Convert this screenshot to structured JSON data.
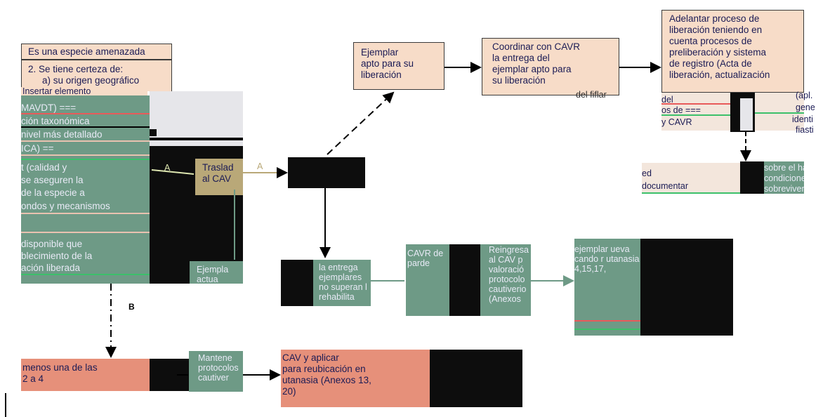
{
  "colors": {
    "peach": "#f7dcc8",
    "green": "#6e9a86",
    "salmon": "#e6907a",
    "black": "#0d0d0d"
  },
  "top_left": {
    "header": "Es una especie amenazada",
    "item2": "2. Se tiene certeza de:",
    "item2a": "a) su origen geográfico"
  },
  "left_fragments": [
    "MAVDT) ===",
    "ción taxonómica",
    "nivel más detallado",
    "ICA) ==",
    "t (calidad y",
    "se aseguren la",
    "de la especie a",
    "ondos y mecanismos",
    "disponible que",
    "blecimiento de la",
    "ación liberada"
  ],
  "left_garbled_top": "Insertar elemento indicaciones...",
  "traslado": "Traslad\nal CAV",
  "ejemplar_apto": "Ejemplar\napto para su\nliberación",
  "coordinar": "Coordinar con CAVR\nla entrega del\nejemplar apto para\nsu liberación",
  "coordinar_tail": "del fiflar",
  "adelantar": "Adelantar proceso de\nliberación teniendo en\ncuenta procesos de\npreliberación y sistema\nde registro (Acta de\nliberación, actualización",
  "right_fragments": {
    "row1_left": "del",
    "row2_left": "os de ===",
    "row3_left": "y CAVR",
    "row1_right": "(apl.",
    "row2_right": "gene",
    "row3_right": "identi",
    "row4_right": "fiasti"
  },
  "sobre": {
    "left1": "ed",
    "left2": "documentar",
    "right1": "sobre el ha",
    "right2": "condiciones",
    "right3": "sobrevivenc"
  },
  "ejemplares_small": "Ejempla\nactua",
  "entrega_box": "la entrega\nejemplares no\nsuperan l\nrehabilita",
  "cavr_box": "CAVR\n\n\nde parde",
  "reingreso_box": "Reingresa\nal CAV p\nvaloració\nprotocolo\ncautiverio\n(Anexos",
  "ejemplar_nueva": "ejemplar\nueva\ncando\nr\nutanasia\n4,15,17,",
  "label_a1": "A",
  "label_a2": "A",
  "label_b": "B",
  "bottom_left": "menos una de las\n2 a 4",
  "mantener": "Mantene\nprotocolos\ncautiver",
  "cav_aplicar": "CAV y aplicar\npara reubicación en\nutanasia (Anexos 13,\n20)"
}
